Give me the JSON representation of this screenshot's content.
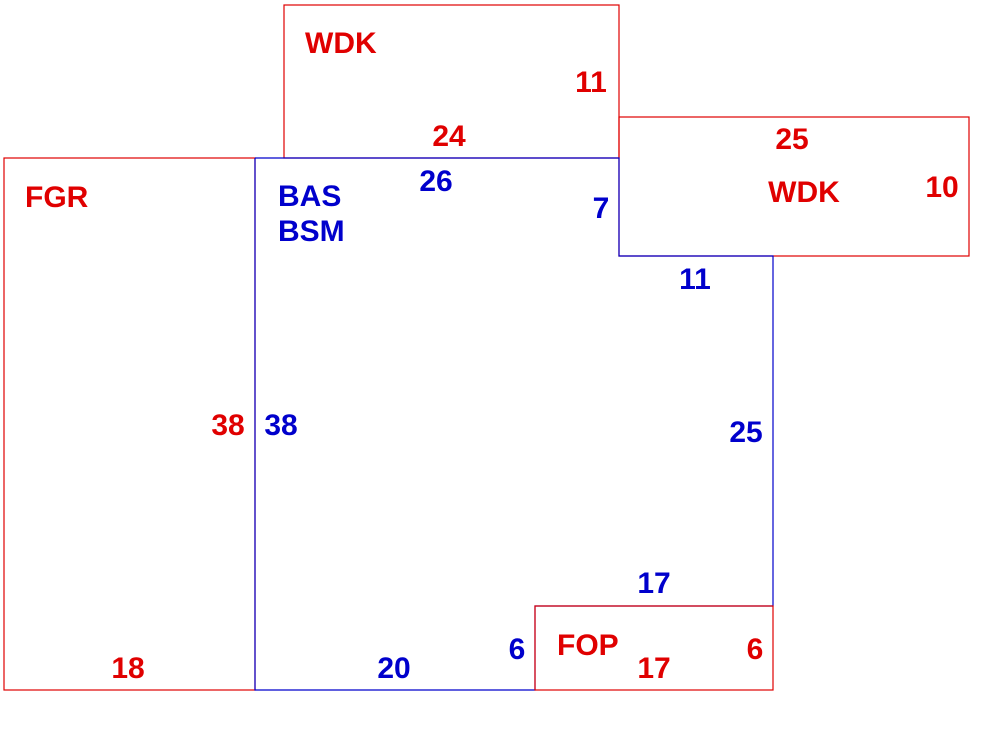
{
  "colors": {
    "red": "#e00000",
    "blue": "#0000cc",
    "background": "#ffffff"
  },
  "areas": [
    {
      "id": "wdk-top",
      "code": "WDK",
      "color": "red",
      "dims": {
        "right": "11",
        "bottom": "24"
      }
    },
    {
      "id": "wdk-right",
      "code": "WDK",
      "color": "red",
      "dims": {
        "top": "25",
        "right": "10"
      }
    },
    {
      "id": "fgr",
      "code": "FGR",
      "color": "red",
      "dims": {
        "right": "38",
        "bottom": "18"
      }
    },
    {
      "id": "bas",
      "code": "BAS",
      "code2": "BSM",
      "color": "blue",
      "dims": {
        "top": "26",
        "step_top": "7",
        "step_bottom": "11",
        "left": "38",
        "right": "25",
        "notch_top": "17",
        "notch_left": "6",
        "bottom": "20"
      }
    },
    {
      "id": "fop",
      "code": "FOP",
      "color": "red",
      "dims": {
        "right": "6",
        "bottom": "17"
      }
    }
  ]
}
